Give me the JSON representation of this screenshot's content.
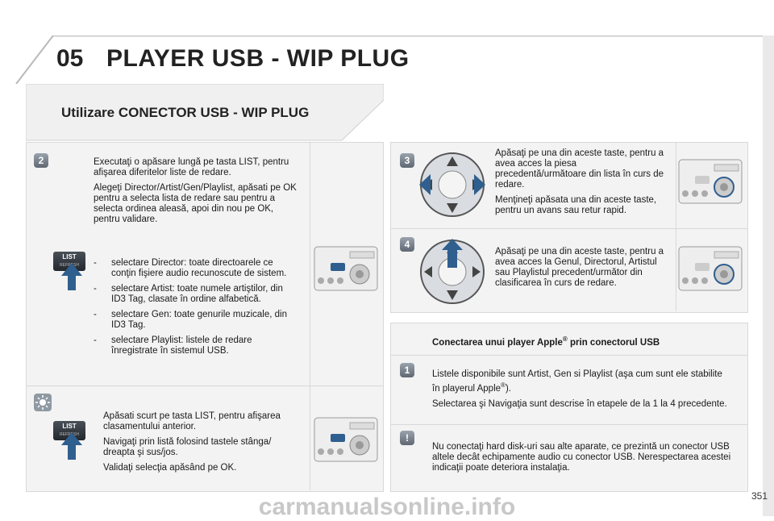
{
  "header": {
    "chapter": "05",
    "title": "PLAYER USB - WIP PLUG"
  },
  "section_title": "Utilizare CONECTOR USB - WIP PLUG",
  "step2": {
    "badge": "2",
    "p1": "Executaţi o apăsare lungă pe tasta LIST, pentru afişarea diferitelor liste de redare.",
    "p2": "Alegeţi Director/Artist/Gen/Playlist, apăsati pe OK pentru a selecta lista de redare sau pentru a selecta ordinea aleasă, apoi din nou pe OK, pentru validare.",
    "list_button": "LIST",
    "list_button_sub": "REFRESH",
    "items": [
      {
        "dash": "-",
        "text": "selectare Director: toate directoarele ce conţin fişiere audio recunoscute de sistem."
      },
      {
        "dash": "-",
        "text": "selectare Artist: toate numele artiştilor, din ID3 Tag, clasate în ordine alfabetică."
      },
      {
        "dash": "-",
        "text": "selectare Gen: toate genurile muzicale, din ID3 Tag."
      },
      {
        "dash": "-",
        "text": "selectare Playlist: listele de redare înregistrate în sistemul USB."
      }
    ]
  },
  "tip": {
    "p1": "Apăsati scurt pe tasta LIST, pentru afişarea clasamentului anterior.",
    "p2": "Navigaţi prin listă folosind tastele stânga/ dreapta şi sus/jos.",
    "p3": "Validaţi selecţia apăsând pe OK.",
    "list_button": "LIST",
    "list_button_sub": "REFRESH"
  },
  "step3": {
    "badge": "3",
    "p1": "Apăsaţi pe una din aceste taste, pentru a avea acces la piesa precedentă/următoare din lista în curs de redare.",
    "p2": "Menţineţi apăsata una din aceste taste, pentru un avans sau retur rapid."
  },
  "step4": {
    "badge": "4",
    "p1": "Apăsaţi pe una din aceste taste, pentru a avea acces la Genul, Directorul, Artistul sau Playlistul precedent/următor din clasificarea în curs de redare."
  },
  "apple": {
    "title_pre": "Conectarea unui player Apple",
    "title_sup": "®",
    "title_post": " prin conectorul USB",
    "badge": "1",
    "p1_pre": "Listele disponibile sunt Artist, Gen si Playlist (aşa cum sunt ele stabilite în playerul Apple",
    "p1_sup": "®",
    "p1_post": ").",
    "p2": "Selectarea şi Navigaţia sunt descrise în etapele de la 1 la 4 precedente.",
    "warn_badge": "!",
    "warning": "Nu conectaţi hard disk-uri sau alte aparate, ce prezintă un conector USB altele decât echipamente audio cu conector USB. Nerespectarea acestei indicaţii poate deteriora instalaţia."
  },
  "page_number": "351",
  "watermark": "carmanualsonline.info"
}
